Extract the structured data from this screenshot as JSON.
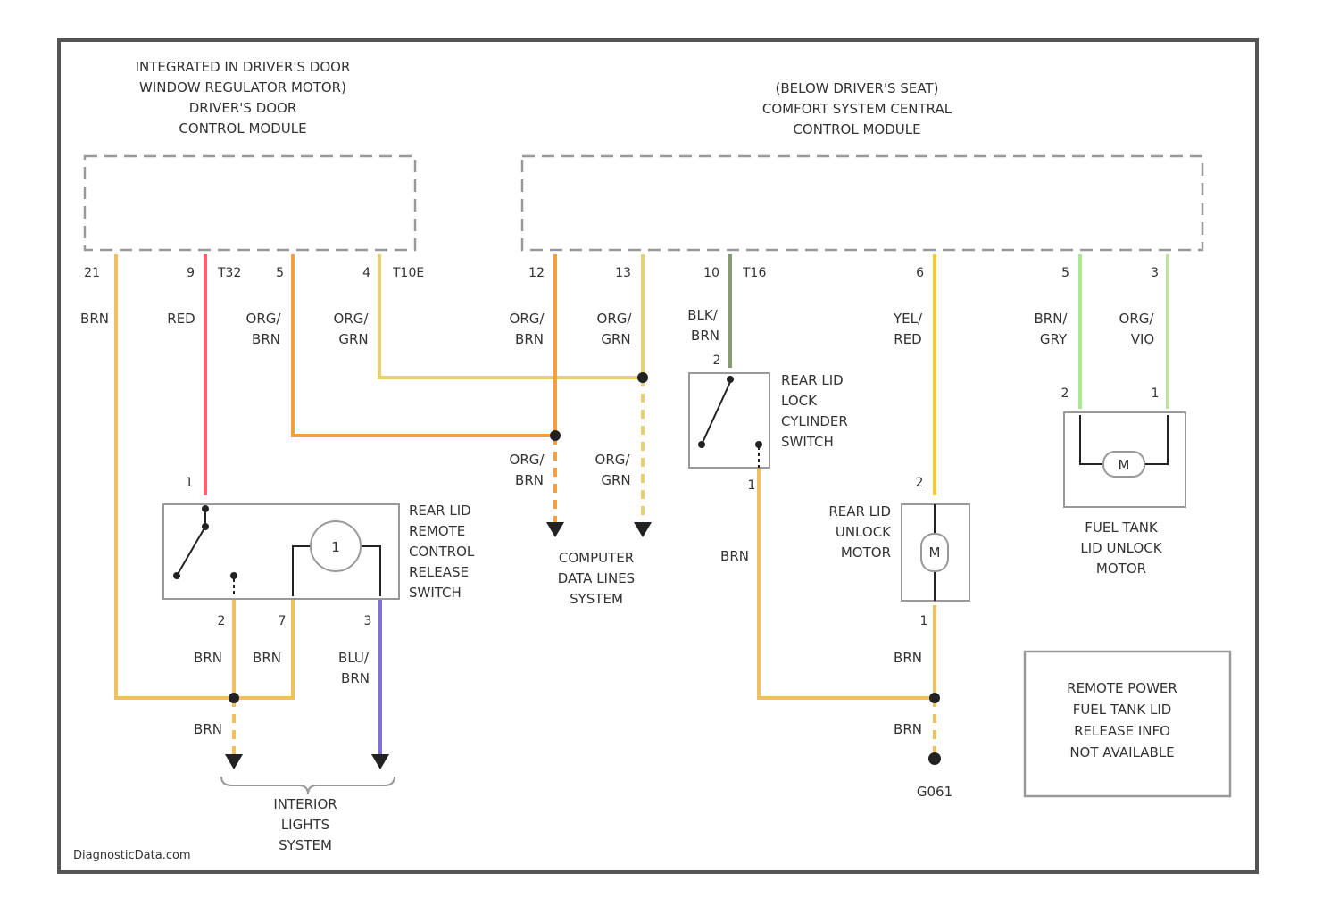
{
  "modules": {
    "left_title": [
      "INTEGRATED IN DRIVER'S DOOR",
      "WINDOW REGULATOR MOTOR)",
      "DRIVER'S DOOR",
      "CONTROL MODULE"
    ],
    "right_title": [
      "(BELOW DRIVER'S SEAT)",
      "COMFORT SYSTEM CENTRAL",
      "CONTROL MODULE"
    ]
  },
  "left_pins": {
    "p1": "21",
    "p2": "9",
    "p2_conn": "T32",
    "p3": "5",
    "p4": "4",
    "p4_conn": "T10E"
  },
  "right_pins": {
    "p1": "12",
    "p2": "13",
    "p3": "10",
    "p3_conn": "T16",
    "p4": "6",
    "p5": "5",
    "p6": "3"
  },
  "wires": {
    "w1": "BRN",
    "w2": "RED",
    "w3": [
      "ORG/",
      "BRN"
    ],
    "w4": [
      "ORG/",
      "GRN"
    ],
    "w5": [
      "ORG/",
      "BRN"
    ],
    "w6": [
      "ORG/",
      "GRN"
    ],
    "w7": [
      "BLK/",
      "BRN"
    ],
    "w8": [
      "YEL/",
      "RED"
    ],
    "w9": [
      "BRN/",
      "GRY"
    ],
    "w10": [
      "ORG/",
      "VIO"
    ],
    "w11": [
      "ORG/",
      "BRN"
    ],
    "w12": [
      "ORG/",
      "GRN"
    ],
    "w13": "BRN",
    "w14": "BRN",
    "w15": "BRN",
    "w16": [
      "BLU/",
      "BRN"
    ],
    "w17": "BRN",
    "w18": "BRN",
    "w19": "BRN"
  },
  "components": {
    "lock_cylinder": [
      "REAR LID",
      "LOCK",
      "CYLINDER",
      "SWITCH"
    ],
    "release_switch": [
      "REAR LID",
      "REMOTE",
      "CONTROL",
      "RELEASE",
      "SWITCH"
    ],
    "unlock_motor": [
      "REAR LID",
      "UNLOCK",
      "MOTOR"
    ],
    "fuel_motor": [
      "FUEL TANK",
      "LID UNLOCK",
      "MOTOR"
    ],
    "data_lines": [
      "COMPUTER",
      "DATA LINES",
      "SYSTEM"
    ],
    "interior_lights": [
      "INTERIOR",
      "LIGHTS",
      "SYSTEM"
    ],
    "ground": "G061",
    "motor_symbol": "M",
    "lamp_symbol": "1"
  },
  "component_pins": {
    "lock_p2": "2",
    "lock_p1": "1",
    "release_p1": "1",
    "release_p2": "2",
    "release_p7": "7",
    "release_p3": "3",
    "unlock_p2": "2",
    "unlock_p1": "1",
    "fuel_p2": "2",
    "fuel_p1": "1"
  },
  "note": [
    "REMOTE POWER",
    "FUEL TANK LID",
    "RELEASE INFO",
    "NOT AVAILABLE"
  ],
  "footer": "DiagnosticData.com",
  "colors": {
    "brn": "#f0c060",
    "red": "#ff6070",
    "org_brn": "#f5a040",
    "org_grn": "#e8d070",
    "blk_brn": "#8a9a70",
    "yel_red": "#f8c830",
    "brn_gry": "#a8e890",
    "org_vio": "#c0e0a0",
    "blu_brn": "#8070d8",
    "frame": "#555555",
    "dashed": "#999999"
  }
}
